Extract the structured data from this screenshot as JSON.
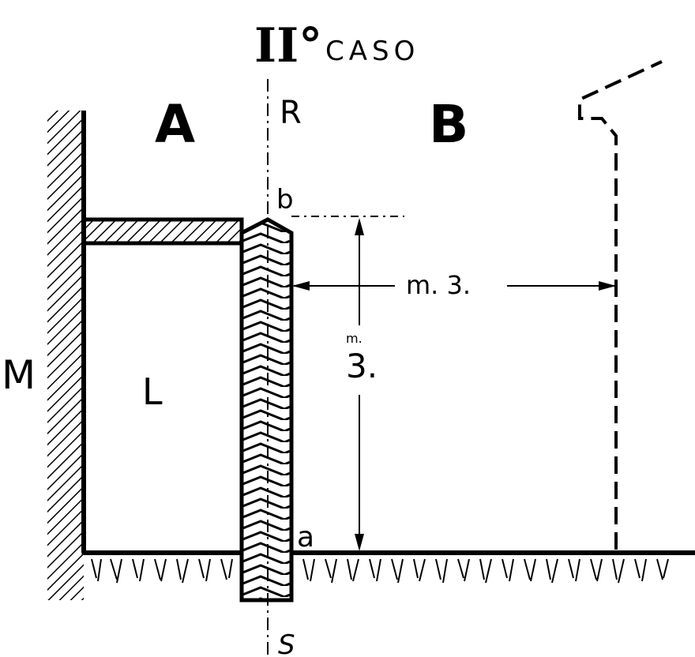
{
  "title": {
    "roman": "II°",
    "word": "CASO"
  },
  "labels": {
    "region_a": "A",
    "region_b": "B",
    "axis_top": "R",
    "axis_bottom": "S",
    "point_b": "b",
    "point_a": "a",
    "wall": "M",
    "room": "L"
  },
  "dimensions": {
    "horizontal": "m. 3.",
    "vertical_unit": "m.",
    "vertical_value": "3."
  },
  "colors": {
    "ink": "#000000",
    "paper": "#ffffff"
  }
}
